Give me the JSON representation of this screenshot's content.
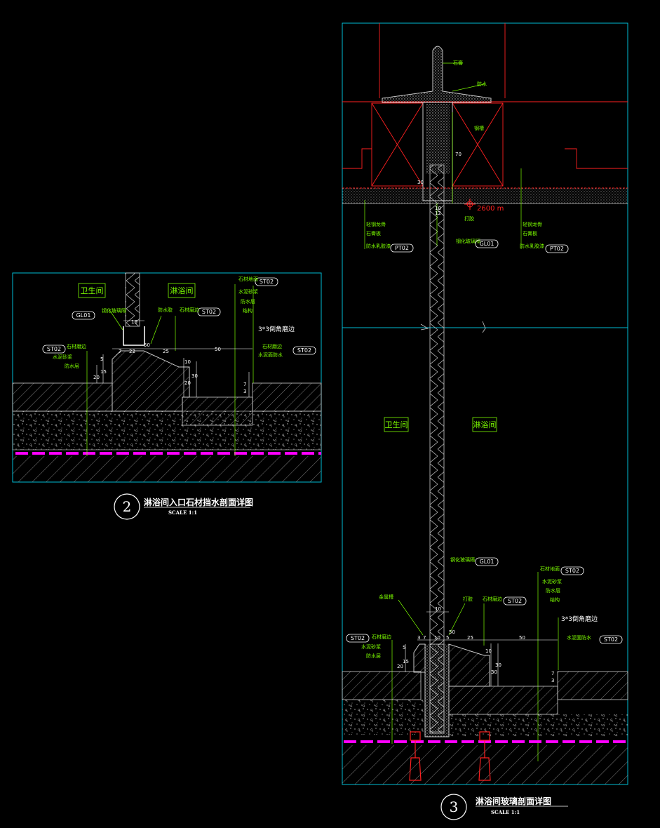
{
  "detail2": {
    "number": "2",
    "title": "淋浴间入口石材挡水剖面详图",
    "scale": "SCALE 1:1",
    "room_left": "卫生间",
    "room_right": "淋浴间",
    "tags": {
      "glass_tag": "GL01",
      "stone_top": "ST02",
      "stone_mid": "ST02",
      "stone_left": "ST02",
      "stone_right": "ST02"
    },
    "labels": {
      "glass_label": "钢化玻璃隔",
      "sealant": "防水胶",
      "stone_edge": "石材磨边",
      "stone_floor": "石材地面",
      "cement_mortar": "水泥砂浆",
      "waterproof": "防水层",
      "structure": "结构",
      "groove": "3*3倒角磨边",
      "stone_edge_r": "石材磨边",
      "water_bar": "水泥面防水",
      "stone_edge_l": "石材磨边",
      "mortar_l": "水泥砂浆",
      "waterproof_l": "防水层"
    },
    "dims": [
      "10",
      "50",
      "7",
      "22",
      "25",
      "50",
      "5",
      "15",
      "20",
      "10",
      "20",
      "30",
      "7",
      "3"
    ]
  },
  "detail3": {
    "number": "3",
    "title": "淋浴间玻璃剖面详图",
    "scale": "SCALE 1:1",
    "room_left": "卫生间",
    "room_right": "淋浴间",
    "level": "2600 m",
    "tags": {
      "glass_mid": "GL01",
      "pt_left": "PT02",
      "pt_right": "PT02",
      "glass_low": "GL01",
      "stone_top": "ST02",
      "stone_mid": "ST02",
      "stone_left": "ST02",
      "stone_right": "ST02"
    },
    "labels": {
      "top_1": "石膏",
      "top_2": "防水",
      "top_3": "钢槽",
      "steel_keel_l": "轻钢龙骨",
      "gypsum_l": "石膏板",
      "waterproof_paint_l": "防水乳胶漆",
      "steel_keel_r": "轻钢龙骨",
      "gypsum_r": "石膏板",
      "waterproof_paint_r": "防水乳胶漆",
      "sealant_top": "打胶",
      "glass_mid_label": "钢化玻璃隔",
      "glass_low_label": "钢化玻璃隔",
      "metal_slot": "金属槽",
      "sealant_low": "打胶",
      "stone_edge": "石材磨边",
      "stone_floor": "石材地面",
      "cement_mortar": "水泥砂浆",
      "waterproof": "防水层",
      "structure": "结构",
      "groove": "3*3倒角磨边",
      "stone_edge_l": "石材磨边",
      "mortar_l": "水泥砂浆",
      "waterproof_l": "防水层",
      "water_bar": "水泥面防水"
    },
    "dims_top": [
      "70",
      "30",
      "10",
      "12"
    ],
    "dims_low": [
      "10",
      "50",
      "3",
      "7",
      "10",
      "5",
      "25",
      "50",
      "5",
      "15",
      "20",
      "10",
      "30",
      "30",
      "7",
      "3"
    ]
  }
}
